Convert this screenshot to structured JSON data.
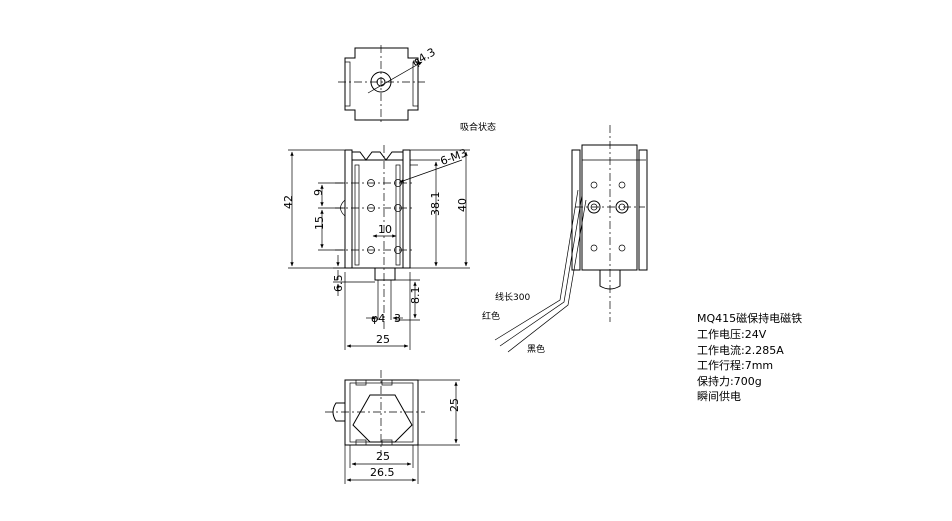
{
  "top_view": {
    "hole_dim": "φ4.3"
  },
  "state_label": "吸合状态",
  "front_view": {
    "dim_height_outer": "42",
    "dim_height_inner": "40",
    "dim_381": "38.1",
    "dim_9": "9",
    "dim_15": "15",
    "dim_10": "10",
    "thread_label": "6-M3",
    "dim_65": "6.5",
    "dim_81": "8.1",
    "dim_phi4": "φ4",
    "dim_3": "3",
    "dim_width": "25"
  },
  "side_view": {
    "lead_length": "线长300",
    "wire_red": "红色",
    "wire_black": "黑色"
  },
  "bottom_view": {
    "dim_25_side": "25",
    "dim_25_bottom": "25",
    "dim_265": "26.5"
  },
  "specs": {
    "model": "MQ415磁保持电磁铁",
    "voltage": "工作电压:24V",
    "current": "工作电流:2.285A",
    "stroke": "工作行程:7mm",
    "holding": "保持力:700g",
    "power": "瞬间供电"
  }
}
